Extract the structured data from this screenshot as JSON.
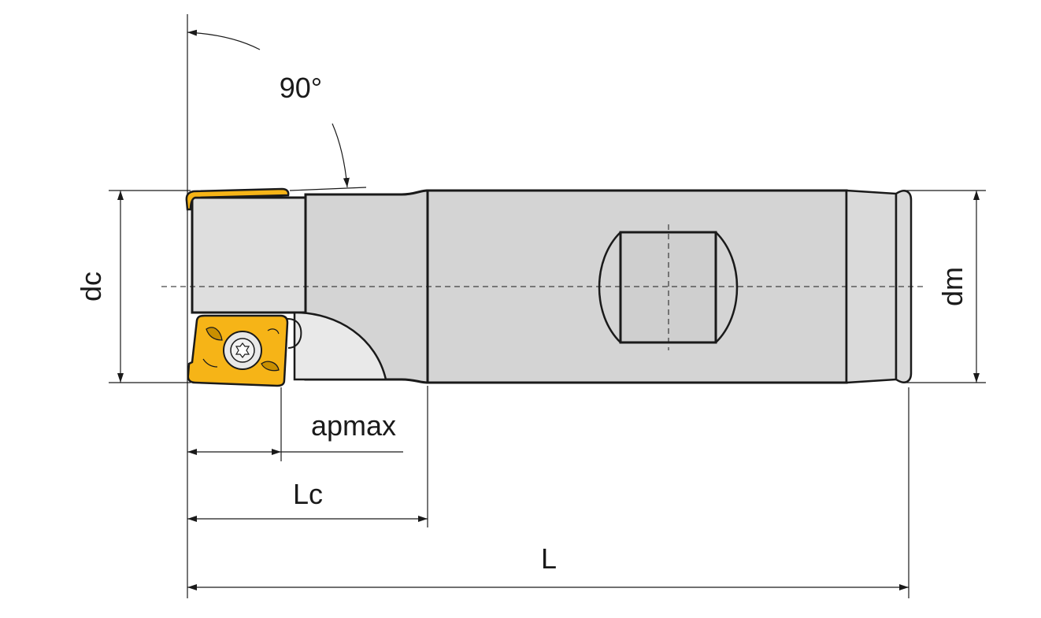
{
  "labels": {
    "angle": "90°",
    "dc": "dc",
    "dm": "dm",
    "apmax": "apmax",
    "lc": "Lc",
    "l": "L"
  },
  "colors": {
    "line": "#1a1a1a",
    "body_fill": "#d4d4d4",
    "body_light": "#e4e4e4",
    "insert_fill": "#f6b417",
    "insert_dark": "#c98f00",
    "screw_fill": "#e8e8e8"
  }
}
